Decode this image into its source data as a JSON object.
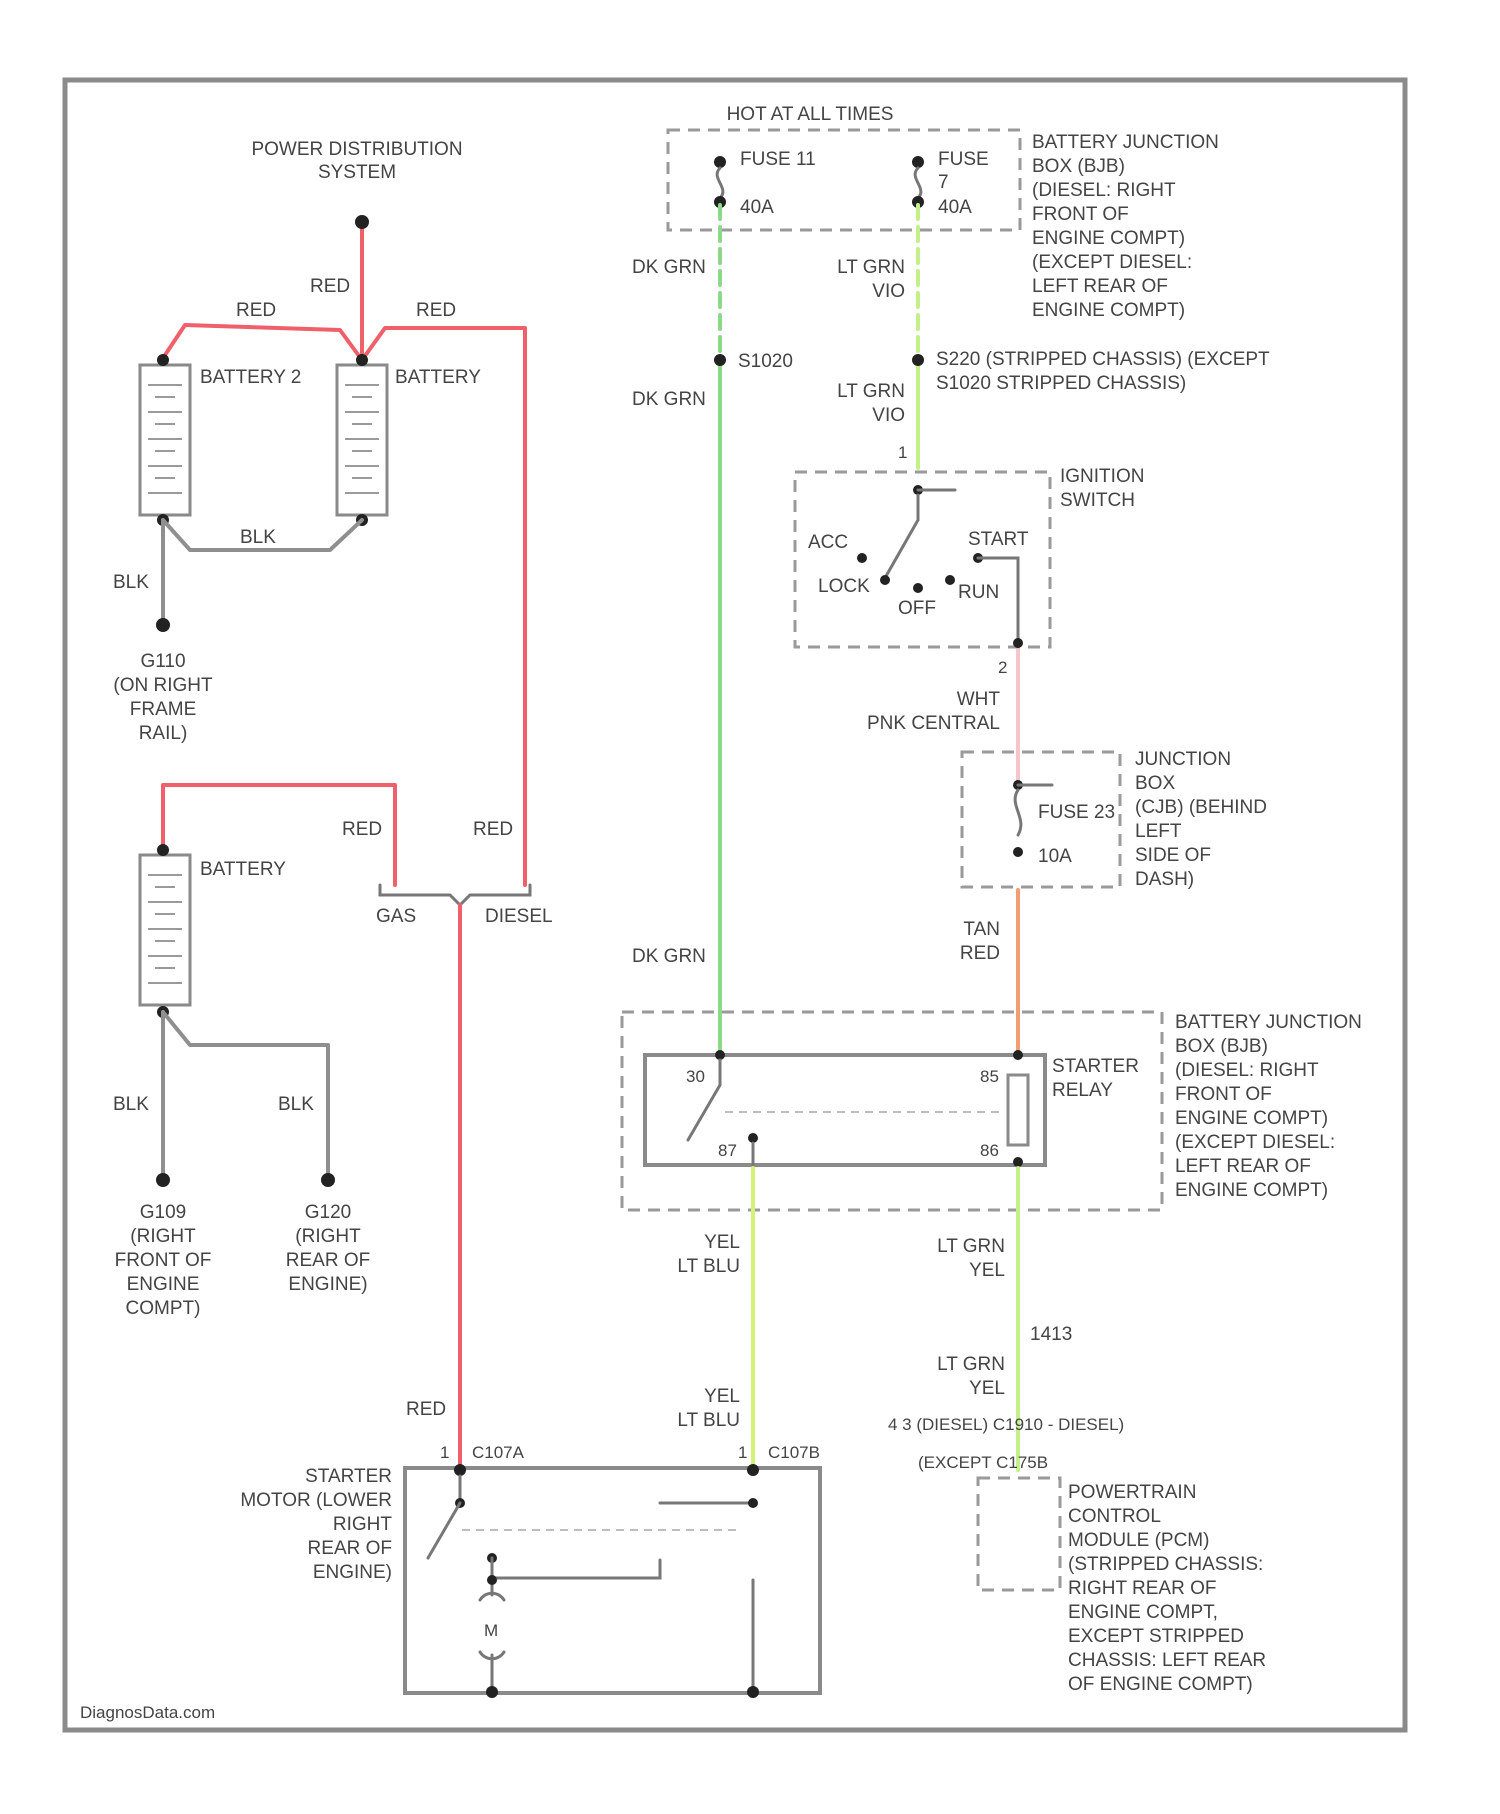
{
  "colors": {
    "red_wire": "#f0606a",
    "dk_grn_wire": "#8ed88a",
    "lt_grn_wire": "#c4f08a",
    "yel_wire": "#d4f27a",
    "tan_red_wire": "#f0a070",
    "wht_wire": "#f4c6cc",
    "blk_wire": "#8f8f8f",
    "frame": "#8a8a8a"
  },
  "top_left": {
    "power_dist": [
      "POWER DISTRIBUTION",
      "SYSTEM"
    ],
    "red_1": "RED",
    "red_2": "RED",
    "red_3": "RED",
    "battery_2": "BATTERY 2",
    "battery_1": "BATTERY",
    "blk_1": "BLK",
    "blk_2": "BLK",
    "ground_g110": [
      "G110",
      "(ON RIGHT",
      "FRAME",
      "RAIL)"
    ]
  },
  "mid_left": {
    "red_a": "RED",
    "red_b": "RED",
    "battery": "BATTERY",
    "gas": "GAS",
    "diesel": "DIESEL",
    "blk_a": "BLK",
    "blk_b": "BLK",
    "ground_g109": [
      "G109",
      "(RIGHT",
      "FRONT OF",
      "ENGINE",
      "COMPT)"
    ],
    "ground_g120": [
      "G120",
      "(RIGHT",
      "REAR OF",
      "ENGINE)"
    ],
    "red_c": "RED"
  },
  "top_right": {
    "hot_at_all_times": "HOT AT ALL TIMES",
    "fuse_a": "FUSE 11",
    "fuse_a_rating": "40A",
    "fuse_b": [
      "FUSE",
      "7"
    ],
    "fuse_b_rating": "40A",
    "bjb_label": [
      "BATTERY JUNCTION",
      "BOX (BJB)",
      "(DIESEL: RIGHT",
      "FRONT OF",
      "ENGINE COMPT)",
      "(EXCEPT DIESEL:",
      "LEFT REAR OF",
      "ENGINE COMPT)"
    ],
    "dk_grn_1": "DK GRN",
    "lt_grn_vio_1": [
      "LT GRN",
      "VIO"
    ],
    "s1020": "S1020",
    "splice_note": [
      "S220   (STRIPPED CHASSIS) (EXCEPT",
      "S1020   STRIPPED CHASSIS)"
    ],
    "dk_grn_2": "DK GRN",
    "lt_grn_vio_2": [
      "LT GRN",
      "VIO"
    ]
  },
  "ignition": {
    "label": [
      "IGNITION",
      "SWITCH"
    ],
    "acc": "ACC",
    "start": "START",
    "lock": "LOCK",
    "off": "OFF",
    "run": "RUN",
    "pin_top": "1",
    "pin_bottom": "2",
    "wire_out": [
      "WHT",
      "PNK CENTRAL"
    ]
  },
  "junction_box": {
    "label": [
      "JUNCTION",
      "BOX",
      "(CJB) (BEHIND",
      "LEFT",
      "SIDE OF",
      "DASH)"
    ],
    "fuse": "FUSE 23",
    "rating": "10A",
    "wire_out": [
      "TAN",
      "RED"
    ]
  },
  "starter_relay": {
    "dk_grn_3": "DK GRN",
    "label": [
      "STARTER",
      "RELAY"
    ],
    "bjb_label": [
      "BATTERY JUNCTION",
      "BOX (BJB)",
      "(DIESEL: RIGHT",
      "FRONT OF",
      "ENGINE COMPT)",
      "(EXCEPT DIESEL:",
      "LEFT REAR OF",
      "ENGINE COMPT)"
    ],
    "pin_30": "30",
    "pin_87": "87",
    "pin_85": "85",
    "pin_86": "86"
  },
  "lower_right": {
    "yel_ltblu_1": [
      "YEL",
      "LT BLU"
    ],
    "ltgrn_yel_1": [
      "LT GRN",
      "YEL"
    ],
    "circuit": "1413",
    "ltgrn_yel_2": [
      "LT GRN",
      "YEL"
    ],
    "yel_ltblu_2": [
      "YEL",
      "LT BLU"
    ],
    "conn_diesel": "4  3 (DIESEL)   C1910 - DIESEL)",
    "conn_except": "(EXCEPT   C175B",
    "c107b_pin": "1",
    "c107b": "C107B",
    "pcm_label": [
      "POWERTRAIN",
      "CONTROL",
      "MODULE (PCM)",
      "(STRIPPED CHASSIS:",
      "RIGHT REAR OF",
      "ENGINE COMPT,",
      "EXCEPT STRIPPED",
      "CHASSIS: LEFT REAR",
      "OF ENGINE COMPT)"
    ]
  },
  "starter_motor": {
    "c107a_pin": "1",
    "c107a": "C107A",
    "label": [
      "STARTER",
      "MOTOR (LOWER",
      "RIGHT",
      "REAR OF",
      "ENGINE)"
    ],
    "motor": "M"
  },
  "watermark": "DiagnosData.com"
}
